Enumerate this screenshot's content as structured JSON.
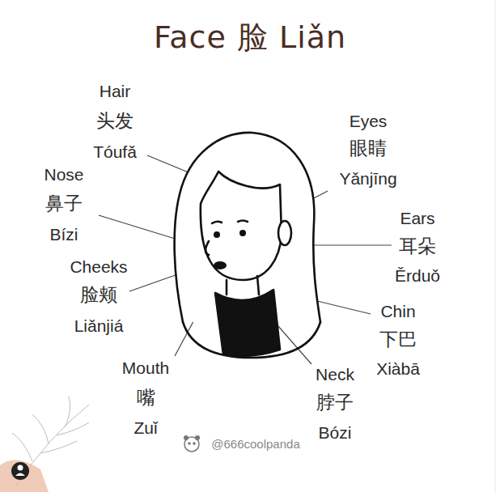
{
  "diagram": {
    "title": "Face 脸 Liǎn",
    "labels": [
      "Hair",
      "头发",
      "Tóufǎ",
      "Eyes",
      "眼睛",
      "Yǎnjīng",
      "Nose",
      "鼻子",
      "Bízi",
      "Ears",
      "耳朵",
      "Ěrduǒ",
      "Cheeks",
      "脸颊",
      "Liǎnjiá",
      "Chin",
      "下巴",
      "Xiàbā",
      "Mouth",
      "嘴",
      "Zuǐ",
      "Neck",
      "脖子",
      "Bózi",
      "@666coolpanda"
    ]
  }
}
